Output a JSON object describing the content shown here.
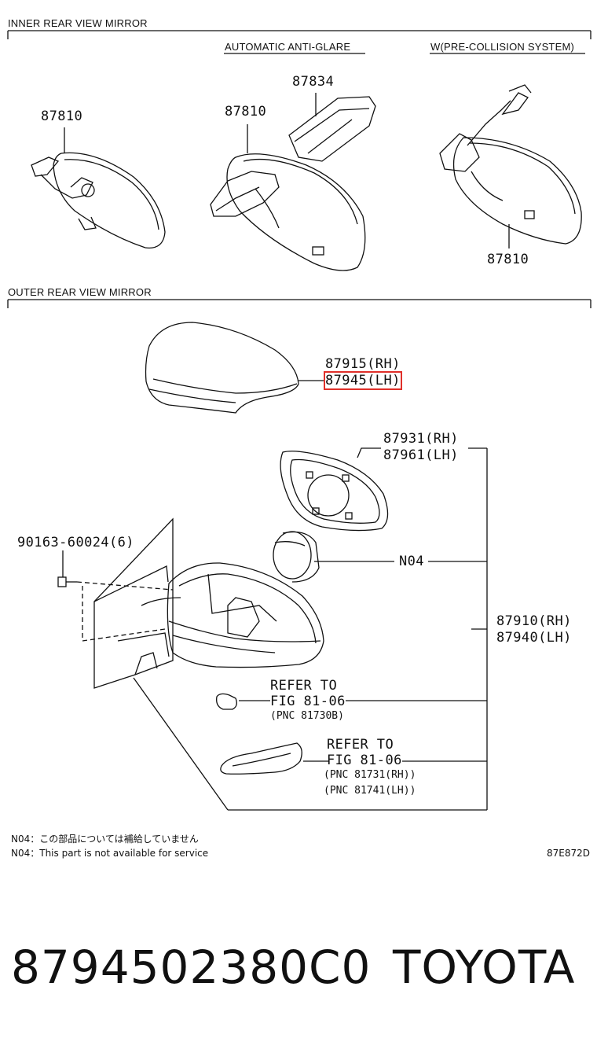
{
  "sections": {
    "inner": "INNER REAR VIEW MIRROR",
    "outer": "OUTER REAR VIEW MIRROR"
  },
  "variants": {
    "auto_anti_glare": "AUTOMATIC ANTI-GLARE",
    "pre_collision": "W(PRE-COLLISION SYSTEM)"
  },
  "parts": {
    "mirror_basic": "87810",
    "mirror_auto": "87810",
    "cover_87834": "87834",
    "mirror_precollision": "87810",
    "cover_rh": "87915(RH)",
    "cover_lh": "87945(LH)",
    "glass_rh": "87931(RH)",
    "glass_lh": "87961(LH)",
    "screw": "90163-60024(6)",
    "motor": "N04",
    "assy_rh": "87910(RH)",
    "assy_lh": "87940(LH)"
  },
  "refs": {
    "ref1_line1": "REFER TO",
    "ref1_line2": "FIG 81-06",
    "ref1_line3": "(PNC 81730B)",
    "ref2_line1": "REFER TO",
    "ref2_line2": "FIG 81-06",
    "ref2_line3": "(PNC 81731(RH))",
    "ref2_line4": "(PNC 81741(LH))"
  },
  "notes": {
    "jp": "N04：この部品については補給していません",
    "en": "N04：This part is not available for service",
    "code": "87E872D"
  },
  "footer": {
    "part_number": "8794502380C0",
    "brand": "TOYOTA"
  },
  "colors": {
    "highlight": "#e0302a"
  }
}
